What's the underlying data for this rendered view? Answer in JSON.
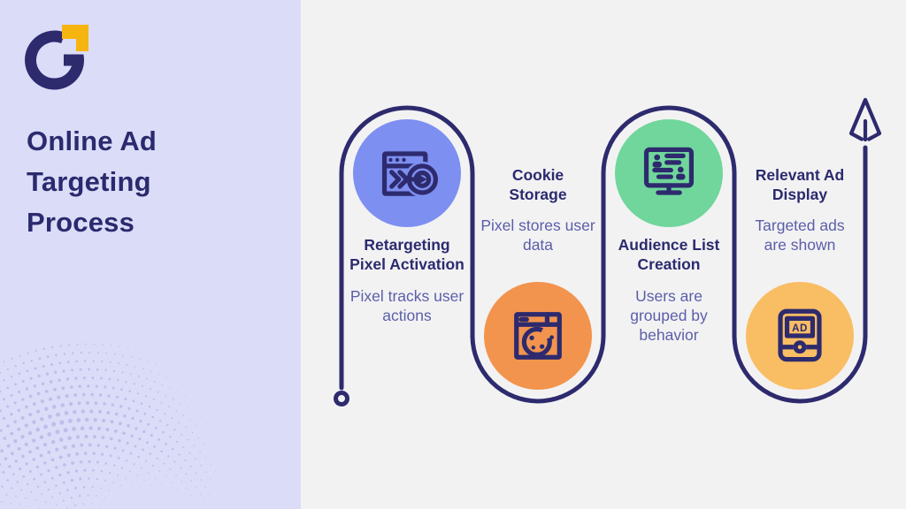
{
  "page": {
    "background": "#f2f2f3",
    "accent_navy": "#2d2a6e"
  },
  "sidebar": {
    "background": "#dbdcf8",
    "logo": {
      "name": "g-logo",
      "navy": "#2d2a6e",
      "yellow": "#f6b40e"
    },
    "title": "Online Ad\nTargeting\nProcess",
    "title_color": "#2b2a6e"
  },
  "flow": {
    "line_color": "#2d2a6e",
    "title_color": "#2b2a6e",
    "description_color": "#5c5ea9",
    "steps": [
      {
        "icon": "retargeting-pixel-icon",
        "circle_color": "#7d8ff0",
        "title": "Retargeting\nPixel Activation",
        "description": "Pixel tracks user\nactions"
      },
      {
        "icon": "cookie-icon",
        "circle_color": "#f2944e",
        "title": "Cookie\nStorage",
        "description": "Pixel stores user\ndata"
      },
      {
        "icon": "audience-list-icon",
        "circle_color": "#70d69b",
        "title": "Audience List\nCreation",
        "description": "Users are\ngrouped by\nbehavior"
      },
      {
        "icon": "ad-display-icon",
        "circle_color": "#f9bd64",
        "icon_label": "AD",
        "title": "Relevant Ad\nDisplay",
        "description": "Targeted ads\nare shown"
      }
    ]
  },
  "decor": {
    "halftone_color": "#bcbfe9"
  }
}
